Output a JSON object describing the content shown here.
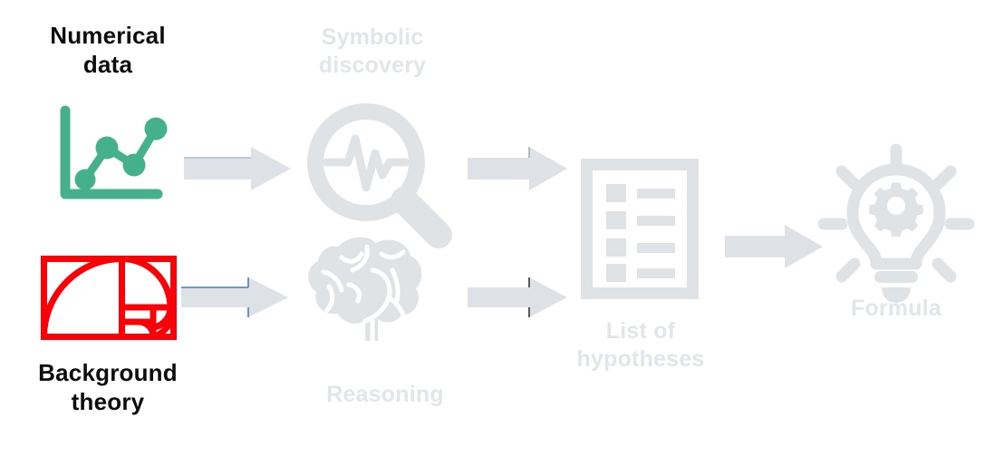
{
  "diagram": {
    "title": "Symbolic discovery pipeline",
    "background_color": "#ffffff",
    "palette": {
      "text_dark": "#0d0d0d",
      "text_ghost": "#e2e6e8",
      "icon_gray": "#dfe3e6",
      "chart_green": "#45b08c",
      "spiral_red": "#fb0007",
      "arrow_gray": "#dee2e6",
      "arrow_edge_blue": "#4a7ebb"
    }
  },
  "labels": {
    "numerical_data": "Numerical\ndata",
    "background_theory": "Background\ntheory",
    "symbolic_discovery": "Symbolic\ndiscovery",
    "reasoning": "Reasoning",
    "list_of_hypotheses": "List of\nhypotheses",
    "formula": "Formula"
  },
  "icons": [
    {
      "name": "line-chart-icon",
      "depicts": "line chart with axes and four data points",
      "color": "#45b08c"
    },
    {
      "name": "fibonacci-spiral-icon",
      "depicts": "golden ratio rectangle with spiral",
      "color": "#fb0007"
    },
    {
      "name": "magnifier-waveform-icon",
      "depicts": "magnifying glass containing a waveform",
      "color": "#dfe3e6"
    },
    {
      "name": "brain-icon",
      "depicts": "human brain side profile",
      "color": "#dfe3e6"
    },
    {
      "name": "checklist-document-icon",
      "depicts": "document page with four checklist rows",
      "color": "#dfe3e6"
    },
    {
      "name": "lightbulb-gear-icon",
      "depicts": "lightbulb with gear inside and radiating rays",
      "color": "#dfe3e6"
    }
  ],
  "arrows": [
    {
      "name": "arrow-data-to-discovery",
      "from": "line-chart-icon",
      "to": "magnifier-waveform-icon"
    },
    {
      "name": "arrow-theory-to-reasoning",
      "from": "fibonacci-spiral-icon",
      "to": "brain-icon"
    },
    {
      "name": "arrow-discovery-to-hypotheses",
      "from": "magnifier-waveform-icon",
      "to": "checklist-document-icon"
    },
    {
      "name": "arrow-reasoning-to-hypotheses",
      "from": "brain-icon",
      "to": "checklist-document-icon"
    },
    {
      "name": "arrow-hypotheses-to-formula",
      "from": "checklist-document-icon",
      "to": "lightbulb-gear-icon"
    }
  ]
}
